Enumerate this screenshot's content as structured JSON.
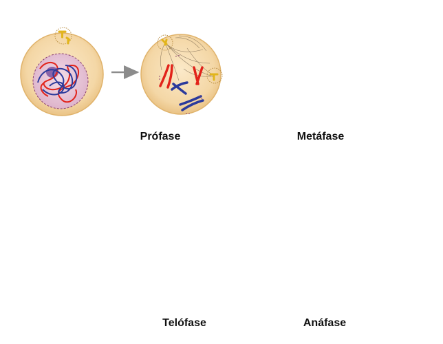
{
  "labels": {
    "prophase": "Prófase",
    "metaphase": "Metáfase",
    "anaphase": "Anáfase",
    "telophase": "Telófase"
  },
  "colors": {
    "cytoplasm": "#f4d7a6",
    "cytoplasm_edge": "#e0b36b",
    "nucleus": "#e7c5d6",
    "nucleus_edge": "#8a3f6e",
    "nucleolus": "#8a64a8",
    "chromosome_red": "#e2231a",
    "chromosome_blue": "#2b3a9c",
    "centrosome": "#e2b51b",
    "spindle": "#6b5a45",
    "arrow": "#8c8c8c"
  }
}
